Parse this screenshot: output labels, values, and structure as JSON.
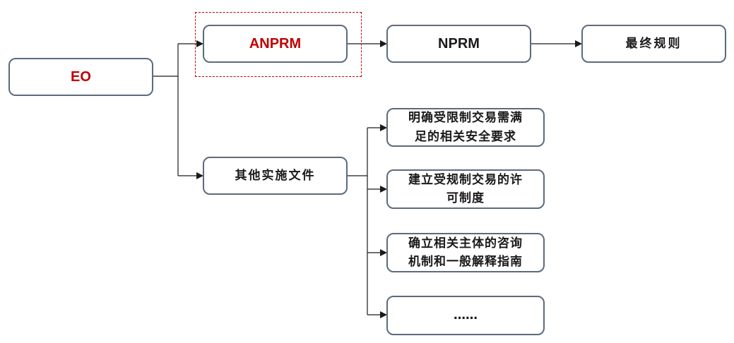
{
  "colors": {
    "accent": "#C00000",
    "border": "#5B6B7C",
    "text": "#1A1A1A",
    "connector": "#1A1A1A"
  },
  "nodes": {
    "eo": "EO",
    "anprm": "ANPRM",
    "nprm": "NPRM",
    "final_rule": "最终规则",
    "other_docs": "其他实施文件",
    "item1": "明确受限制交易需满\n足的相关安全要求",
    "item2": "建立受规制交易的许\n可制度",
    "item3": "确立相关主体的咨询\n机制和一般解释指南",
    "item4": "……"
  }
}
